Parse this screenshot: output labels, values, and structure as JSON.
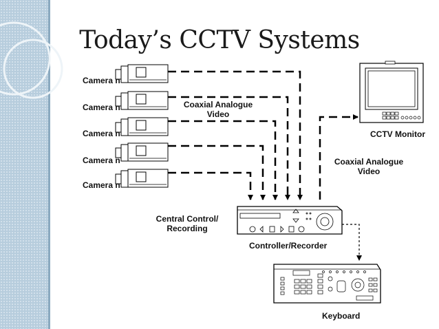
{
  "title": "Today’s CCTV Systems",
  "cameras": [
    {
      "label": "Camera n"
    },
    {
      "label": "Camera n"
    },
    {
      "label": "Camera n"
    },
    {
      "label": "Camera n"
    },
    {
      "label": "Camera n"
    }
  ],
  "labels": {
    "coax_in_line1": "Coaxial Analogue",
    "coax_in_line2": "Video",
    "coax_out_line1": "Coaxial Analogue",
    "coax_out_line2": "Video",
    "cctv_monitor": "CCTV Monitor",
    "central_line1": "Central Control/",
    "central_line2": "Recording",
    "controller_recorder": "Controller/Recorder",
    "keyboard": "Keyboard"
  },
  "colors": {
    "strip": "#b7cddd",
    "line": "#000000"
  }
}
